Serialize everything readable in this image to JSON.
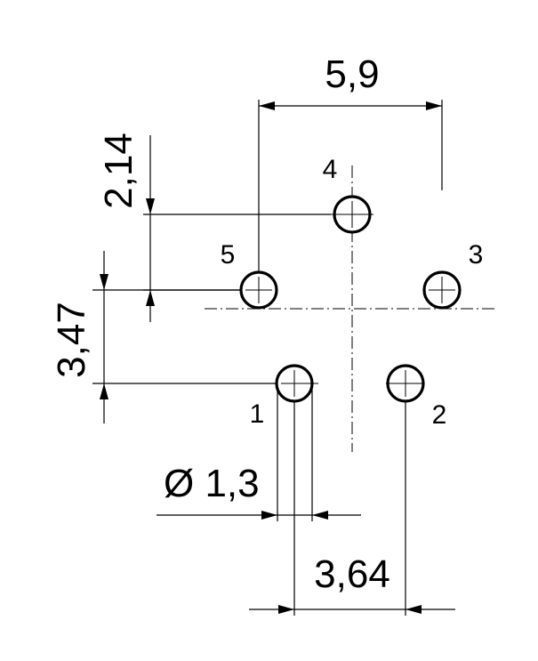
{
  "dimensions": {
    "horizontal_span": "5,9",
    "vertical_offset_top": "2,14",
    "vertical_offset_bottom": "3,47",
    "hole_diameter": "Ø 1,3",
    "bottom_spacing": "3,64"
  },
  "pins": [
    "1",
    "2",
    "3",
    "4",
    "5"
  ]
}
